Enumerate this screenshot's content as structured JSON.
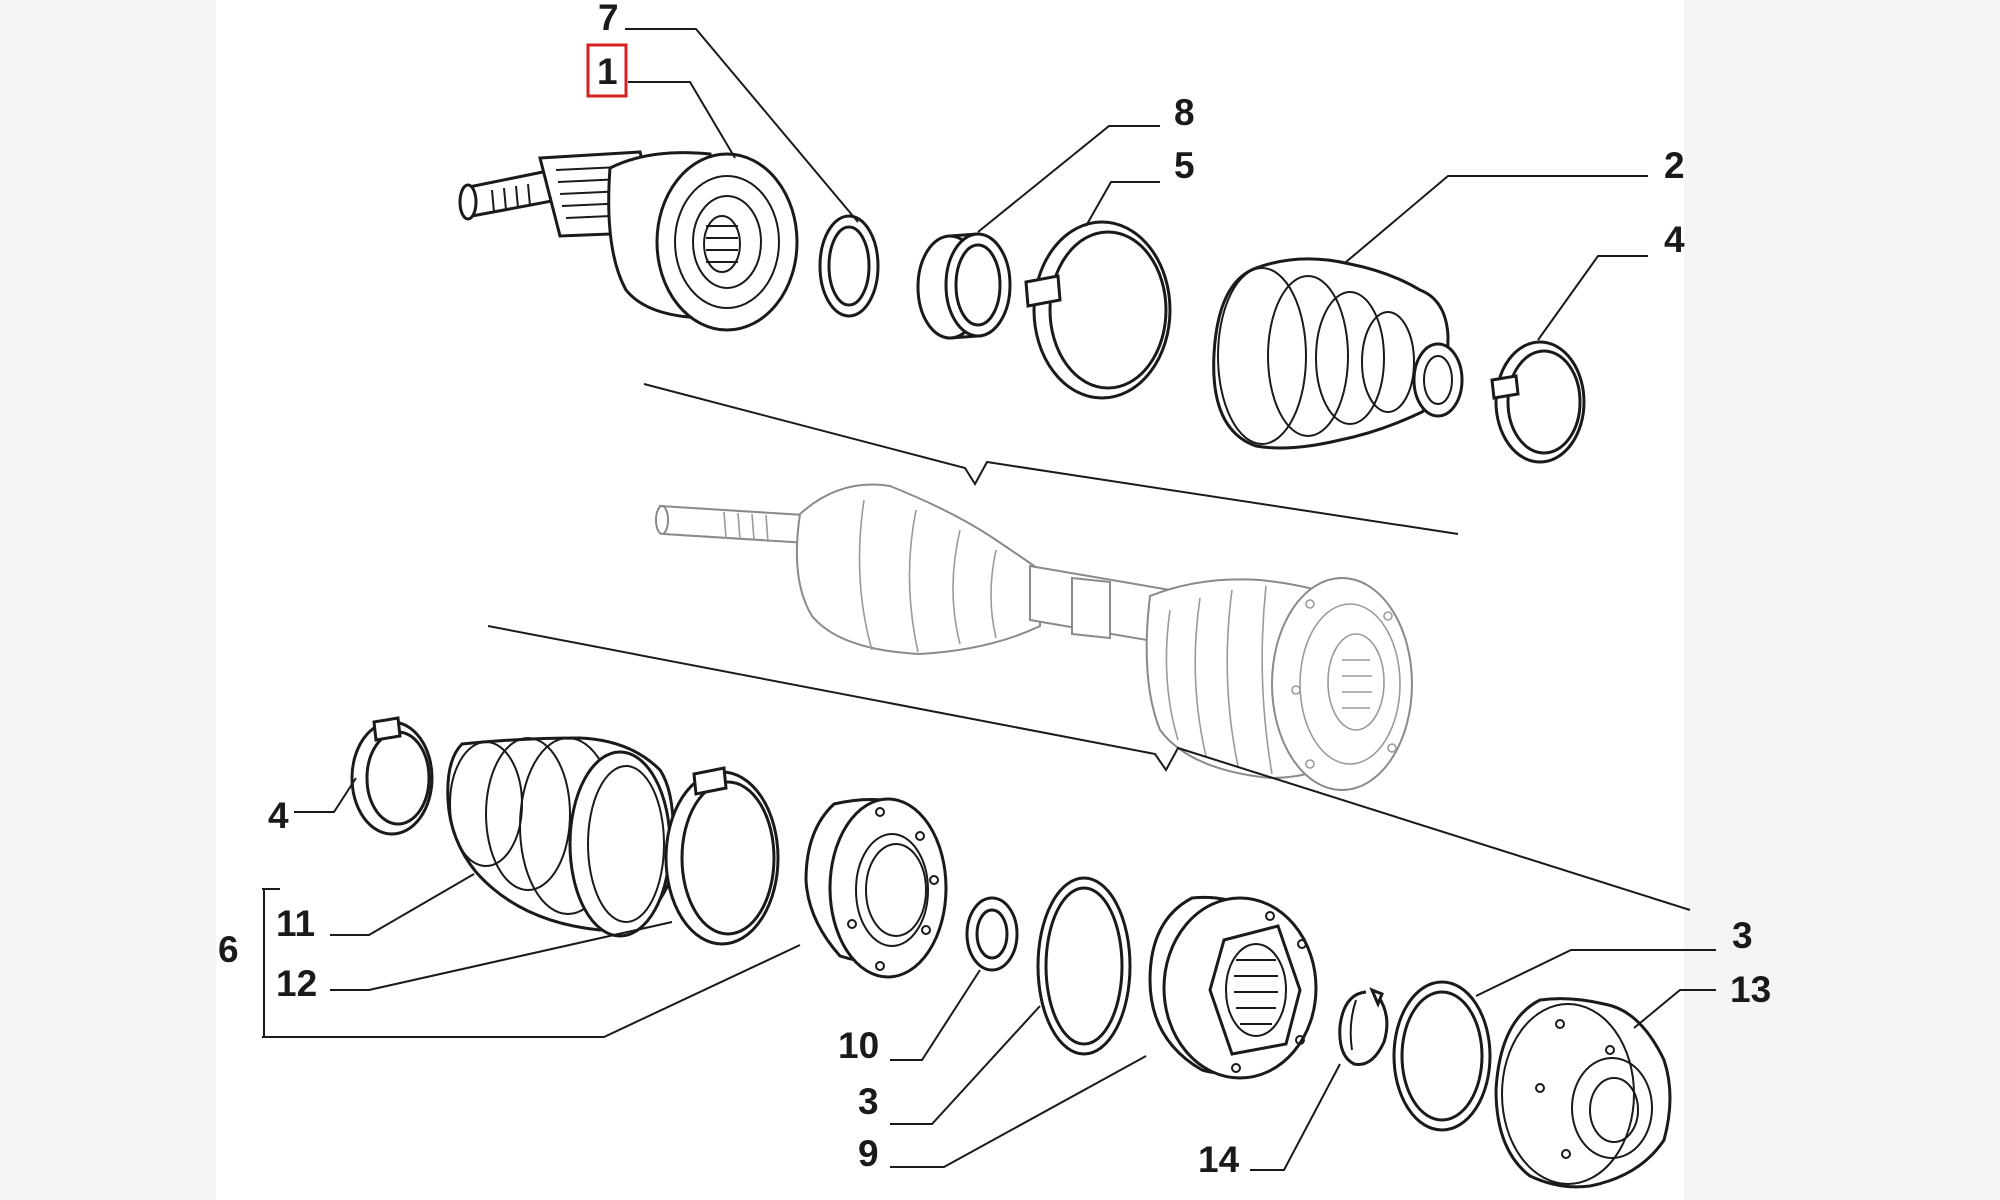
{
  "diagram": {
    "callouts": {
      "c7_top": "7",
      "c1_selected": "1",
      "c8": "8",
      "c5": "5",
      "c2": "2",
      "c4_right": "4",
      "c4_left": "4",
      "c11": "11",
      "c6": "6",
      "c12": "12",
      "c10": "10",
      "c3_lower": "3",
      "c9": "9",
      "c14": "14",
      "c3_right": "3",
      "c13": "13"
    },
    "highlight_color": "#d42020",
    "line_color": "#1a1a1a"
  }
}
